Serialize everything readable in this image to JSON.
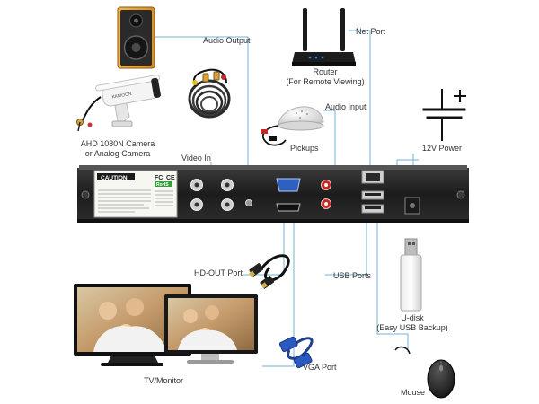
{
  "labels": {
    "audio_output": "Audio Output",
    "net_port": "Net Port",
    "router_line1": "Router",
    "router_line2": "(For Remote Viewing)",
    "audio_input": "Audio Input",
    "camera_line1": "AHD 1080N Camera",
    "camera_line2": "or Analog Camera",
    "video_in": "Video In",
    "pickups": "Pickups",
    "power": "12V Power",
    "hd_out": "HD-OUT Port",
    "usb_ports": "USB Ports",
    "udisk_line1": "U-disk",
    "udisk_line2": "(Easy USB Backup)",
    "vga_port": "VGA Port",
    "monitor": "TV/Monitor",
    "mouse": "Mouse"
  },
  "sticker": {
    "caution": "CAUTION",
    "fc": "FC",
    "ce": "CE",
    "rohs": "RoHS"
  },
  "colors": {
    "line": "#6fb3d6",
    "box": "#7fbfdd",
    "dvr_body": "#202020",
    "speaker_wood": "#e8a43a"
  }
}
